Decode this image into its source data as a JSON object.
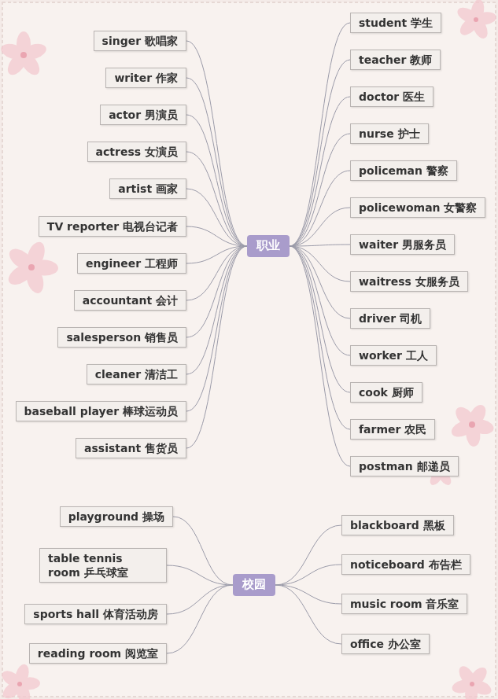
{
  "diagram": {
    "nodes": [
      {
        "text": [
          "职业"
        ]
      },
      {
        "text": [
          "singer 歌唱家"
        ]
      },
      {
        "text": [
          "writer 作家"
        ]
      },
      {
        "text": [
          "actor 男演员"
        ]
      },
      {
        "text": [
          "actress 女演员"
        ]
      },
      {
        "text": [
          "artist 画家"
        ]
      },
      {
        "text": [
          "TV reporter 电视台记者"
        ]
      },
      {
        "text": [
          "engineer 工程师"
        ]
      },
      {
        "text": [
          "accountant 会计"
        ]
      },
      {
        "text": [
          "salesperson 销售员"
        ]
      },
      {
        "text": [
          "cleaner 清洁工"
        ]
      },
      {
        "text": [
          "baseball player 棒球运动员"
        ]
      },
      {
        "text": [
          "assistant 售货员"
        ]
      },
      {
        "text": [
          "student 学生"
        ]
      },
      {
        "text": [
          "teacher 教师"
        ]
      },
      {
        "text": [
          "doctor 医生"
        ]
      },
      {
        "text": [
          "nurse 护士"
        ]
      },
      {
        "text": [
          "policeman 警察"
        ]
      },
      {
        "text": [
          "policewoman 女警察"
        ]
      },
      {
        "text": [
          "waiter 男服务员"
        ]
      },
      {
        "text": [
          "waitress 女服务员"
        ]
      },
      {
        "text": [
          "driver 司机"
        ]
      },
      {
        "text": [
          "worker 工人"
        ]
      },
      {
        "text": [
          "cook 厨师"
        ]
      },
      {
        "text": [
          "farmer 农民"
        ]
      },
      {
        "text": [
          "postman 邮递员"
        ]
      },
      {
        "text": [
          "校园"
        ]
      },
      {
        "text": [
          "playground 操场"
        ]
      },
      {
        "text": [
          "table tennis room 乒乓球室"
        ]
      },
      {
        "text": [
          "sports hall 体育活动房"
        ]
      },
      {
        "text": [
          "reading room 阅览室"
        ]
      },
      {
        "text": [
          "blackboard 黑板"
        ]
      },
      {
        "text": [
          "noticeboard 布告栏"
        ]
      },
      {
        "text": [
          "music room 音乐室"
        ]
      },
      {
        "text": [
          "office 办公室"
        ]
      }
    ],
    "edges": [
      {
        "from": 0,
        "to": 1,
        "arrow": "none"
      },
      {
        "from": 0,
        "to": 2,
        "arrow": "none"
      },
      {
        "from": 0,
        "to": 3,
        "arrow": "none"
      },
      {
        "from": 0,
        "to": 4,
        "arrow": "none"
      },
      {
        "from": 0,
        "to": 5,
        "arrow": "none"
      },
      {
        "from": 0,
        "to": 6,
        "arrow": "none"
      },
      {
        "from": 0,
        "to": 7,
        "arrow": "none"
      },
      {
        "from": 0,
        "to": 8,
        "arrow": "none"
      },
      {
        "from": 0,
        "to": 9,
        "arrow": "none"
      },
      {
        "from": 0,
        "to": 10,
        "arrow": "none"
      },
      {
        "from": 0,
        "to": 11,
        "arrow": "none"
      },
      {
        "from": 0,
        "to": 12,
        "arrow": "none"
      },
      {
        "from": 0,
        "to": 13,
        "arrow": "none"
      },
      {
        "from": 0,
        "to": 14,
        "arrow": "none"
      },
      {
        "from": 0,
        "to": 15,
        "arrow": "none"
      },
      {
        "from": 0,
        "to": 16,
        "arrow": "none"
      },
      {
        "from": 0,
        "to": 17,
        "arrow": "none"
      },
      {
        "from": 0,
        "to": 18,
        "arrow": "none"
      },
      {
        "from": 0,
        "to": 19,
        "arrow": "none"
      },
      {
        "from": 0,
        "to": 20,
        "arrow": "none"
      },
      {
        "from": 0,
        "to": 21,
        "arrow": "none"
      },
      {
        "from": 0,
        "to": 22,
        "arrow": "none"
      },
      {
        "from": 0,
        "to": 23,
        "arrow": "none"
      },
      {
        "from": 0,
        "to": 24,
        "arrow": "none"
      },
      {
        "from": 0,
        "to": 25,
        "arrow": "none"
      },
      {
        "from": 26,
        "to": 27,
        "arrow": "none"
      },
      {
        "from": 26,
        "to": 28,
        "arrow": "none"
      },
      {
        "from": 26,
        "to": 29,
        "arrow": "none"
      },
      {
        "from": 26,
        "to": 30,
        "arrow": "none"
      },
      {
        "from": 26,
        "to": 31,
        "arrow": "none"
      },
      {
        "from": 26,
        "to": 32,
        "arrow": "none"
      },
      {
        "from": 26,
        "to": 33,
        "arrow": "none"
      },
      {
        "from": 26,
        "to": 34,
        "arrow": "none"
      }
    ]
  }
}
